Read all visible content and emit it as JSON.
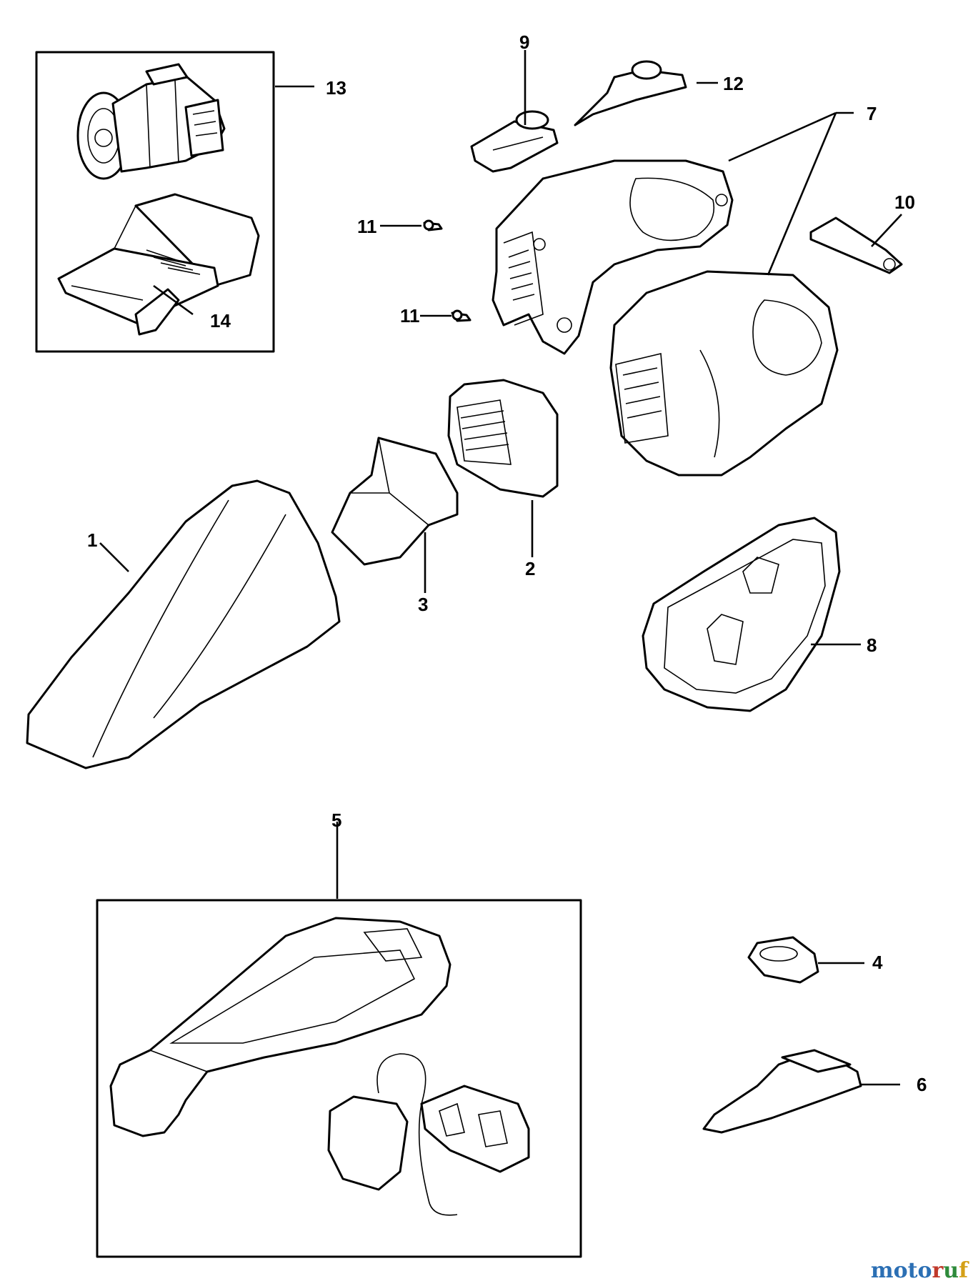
{
  "callouts": {
    "c1": "1",
    "c2": "2",
    "c3": "3",
    "c4": "4",
    "c5": "5",
    "c6": "6",
    "c7": "7",
    "c8": "8",
    "c9": "9",
    "c10": "10",
    "c11a": "11",
    "c11b": "11",
    "c12": "12",
    "c13": "13",
    "c14": "14"
  },
  "watermark": {
    "text": "motoruf",
    "colors": [
      "#2b6fb4",
      "#2b6fb4",
      "#2b6fb4",
      "#2b6fb4",
      "#c0392b",
      "#2e8b3b",
      "#d4a017"
    ]
  }
}
